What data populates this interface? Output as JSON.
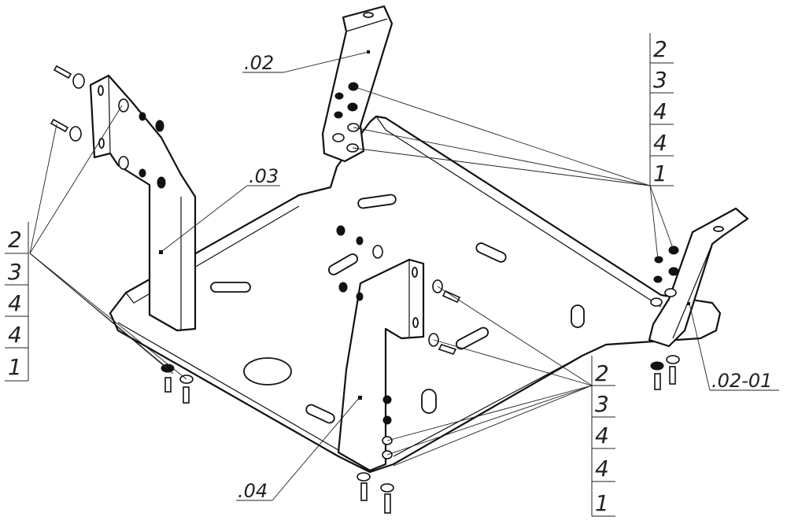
{
  "labels": {
    "part_02": ".02",
    "part_03": ".03",
    "part_04": ".04",
    "part_02_01": ".02-01"
  },
  "stacks": {
    "right_top": [
      "2",
      "3",
      "4",
      "4",
      "1"
    ],
    "left": [
      "2",
      "3",
      "4",
      "4",
      "1"
    ],
    "bottom_right": [
      "2",
      "3",
      "4",
      "4",
      "1"
    ]
  }
}
